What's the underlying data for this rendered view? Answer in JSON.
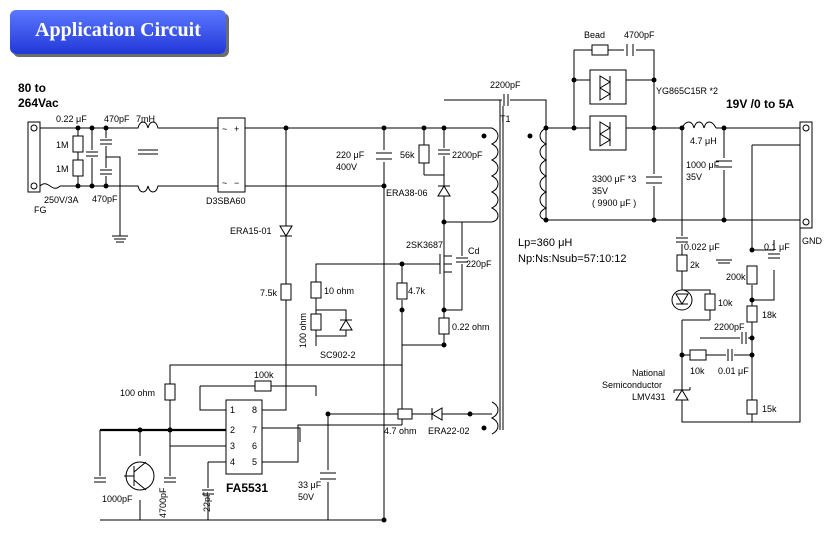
{
  "title": "Application Circuit",
  "input": {
    "line1": "80 to",
    "line2": "264Vac",
    "fg": "FG",
    "fuse": "250V/3A"
  },
  "output": {
    "voltage": "19V /0 to 5A",
    "gnd": "GND"
  },
  "parts": {
    "c_x1": "0.22 μF",
    "c_y_top": "470pF",
    "c_y_bot": "470pF",
    "r_1m_a": "1M",
    "r_1m_b": "1M",
    "choke": "7mH",
    "bridge": "D3SBA60",
    "c_bulk": "220 μF",
    "c_bulk_v": "400V",
    "r_56k": "56k",
    "c_snub": "2200pF",
    "d_snub": "ERA38-06",
    "c_y_prim": "2200pF",
    "transformer": "T1",
    "lp": "Lp=360 μH",
    "ratio": "Np:Ns:Nsub=57:10:12",
    "mosfet": "2SK3687",
    "cd": "Cd",
    "cd_val": "220pF",
    "d_era15": "ERA15-01",
    "r_75k": "7.5k",
    "r_10ohm": "10 ohm",
    "r_100ohm_v": "100 ohm",
    "d_sc902": "SC902-2",
    "r_47k": "4.7k",
    "r_022": "0.22 ohm",
    "r_100k": "100k",
    "r_100ohm": "100 ohm",
    "r_47ohm": "4.7 ohm",
    "d_era22": "ERA22-02",
    "c_33u": "33 μF",
    "c_33u_v": "50V",
    "ic": "FA5531",
    "c_1000p": "1000pF",
    "c_4700p": "4700pF",
    "c_22p": "22pF",
    "bead": "Bead",
    "c_4700p_out": "4700pF",
    "d_out": "YG865C15R *2",
    "c_out": "3300 μF *3",
    "c_out_v": "35V",
    "c_out_total": "( 9900 μF )",
    "l_out": "4.7 μH",
    "c_1000u": "1000 μF",
    "c_1000u_v": "35V",
    "c_022u": "0.022 μF",
    "r_2k": "2k",
    "r_10k_a": "10k",
    "c_2200p_fb": "2200pF",
    "c_01u": "0.1 μF",
    "r_200k": "200k",
    "r_18k": "18k",
    "r_10k_b": "10k",
    "c_001u": "0.01 μF",
    "r_15k": "15k",
    "ref_line1": "National",
    "ref_line2": "Semiconductor",
    "ref_line3": "LMV431"
  },
  "ic_pins": {
    "p1": "1",
    "p2": "2",
    "p3": "3",
    "p4": "4",
    "p5": "5",
    "p6": "6",
    "p7": "7",
    "p8": "8"
  }
}
